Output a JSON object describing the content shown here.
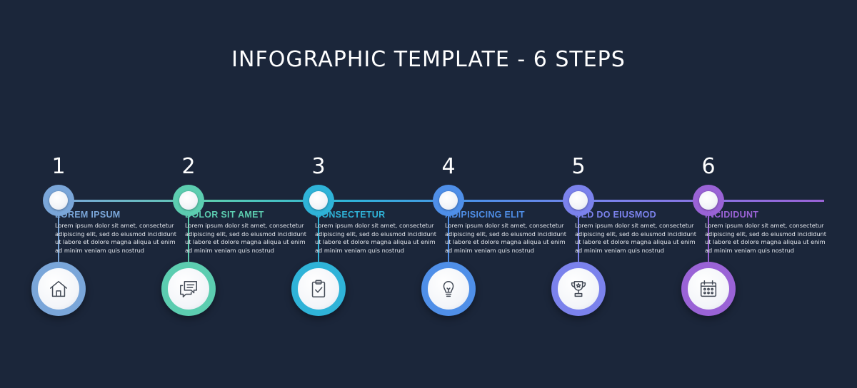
{
  "title": "INFOGRAPHIC TEMPLATE - 6 STEPS",
  "colors": {
    "background": "#1b263a",
    "step1": "#7aa6d9",
    "step2": "#5ccdb0",
    "step3": "#2fb3d8",
    "step4": "#4f8fe8",
    "step5": "#7b82ec",
    "step6": "#9a63d6"
  },
  "steps": [
    {
      "number": "1",
      "heading": "LOREM IPSUM",
      "icon": "home-icon",
      "lines": [
        "Lorem ipsum dolor sit amet, consectetur",
        "adipiscing elit, sed do eiusmod incididunt",
        "ut labore et dolore magna aliqua ut enim",
        "ad minim veniam quis nostrud"
      ]
    },
    {
      "number": "2",
      "heading": "DOLOR SIT AMET",
      "icon": "chat-bubbles-icon",
      "lines": [
        "Lorem ipsum dolor sit amet, consectetur",
        "adipiscing elit, sed do eiusmod incididunt",
        "ut labore et dolore magna aliqua ut enim",
        "ad minim veniam quis nostrud"
      ]
    },
    {
      "number": "3",
      "heading": "CONSECTETUR",
      "icon": "clipboard-check-icon",
      "lines": [
        "Lorem ipsum dolor sit amet, consectetur",
        "adipiscing elit, sed do eiusmod incididunt",
        "ut labore et dolore magna aliqua ut enim",
        "ad minim veniam quis nostrud"
      ]
    },
    {
      "number": "4",
      "heading": "ADIPISICING ELIT",
      "icon": "lightbulb-icon",
      "lines": [
        "Lorem ipsum dolor sit amet, consectetur",
        "adipiscing elit, sed do eiusmod incididunt",
        "ut labore et dolore magna aliqua ut enim",
        "ad minim veniam quis nostrud"
      ]
    },
    {
      "number": "5",
      "heading": "SED DO EIUSMOD",
      "icon": "trophy-icon",
      "lines": [
        "Lorem ipsum dolor sit amet, consectetur",
        "adipiscing elit, sed do eiusmod incididunt",
        "ut labore et dolore magna aliqua ut enim",
        "ad minim veniam quis nostrud"
      ]
    },
    {
      "number": "6",
      "heading": "INCIDIDUNT",
      "icon": "calendar-icon",
      "lines": [
        "Lorem ipsum dolor sit amet, consectetur",
        "adipiscing elit, sed do eiusmod incididunt",
        "ut labore et dolore magna aliqua ut enim",
        "ad minim veniam quis nostrud"
      ]
    }
  ]
}
